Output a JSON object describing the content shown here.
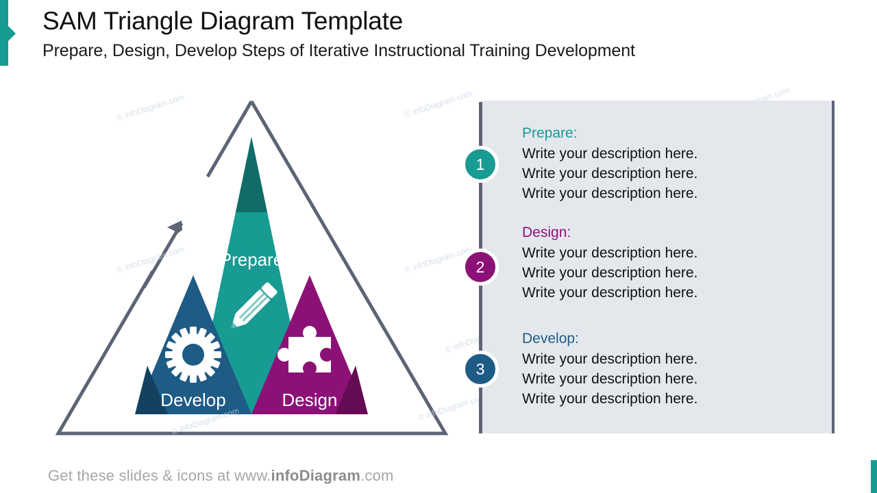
{
  "header": {
    "title": "SAM Triangle Diagram Template",
    "subtitle": "Prepare, Design,  Develop Steps of Iterative Instructional Training Development",
    "accent_color": "#179B93"
  },
  "diagram": {
    "outline_color": "#5C6475",
    "arrow_name": "iteration-arrow",
    "segments": [
      {
        "id": "prepare",
        "label": "Prepare",
        "color": "#179B93",
        "shade_color": "#116B67",
        "icon": "pencil-icon"
      },
      {
        "id": "develop",
        "label": "Develop",
        "color": "#1E5B85",
        "shade_color": "#14415F",
        "icon": "gear-icon"
      },
      {
        "id": "design",
        "label": "Design",
        "color": "#8C1177",
        "shade_color": "#630B54",
        "icon": "puzzle-piece-icon"
      }
    ]
  },
  "panel": {
    "background_color": "#E4E8ED",
    "divider_color": "#5C6475",
    "steps": [
      {
        "number": "1",
        "title": "Prepare:",
        "color": "#179B93",
        "lines": [
          "Write your description here.",
          "Write your description here.",
          "Write your description here."
        ]
      },
      {
        "number": "2",
        "title": "Design:",
        "color": "#8C1177",
        "lines": [
          "Write your description here.",
          "Write your description here.",
          "Write your description here."
        ]
      },
      {
        "number": "3",
        "title": "Develop:",
        "color": "#1E5B85",
        "lines": [
          "Write your description here.",
          "Write your description here.",
          "Write your description here."
        ]
      }
    ]
  },
  "footer": {
    "prefix": "Get these slides & icons at www.",
    "brand": "infoDiagram",
    "suffix": ".com"
  },
  "watermarks": {
    "text": "© infoDiagram.com"
  }
}
